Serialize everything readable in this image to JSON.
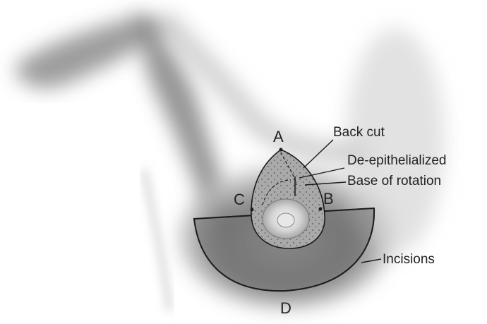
{
  "points": {
    "a": "A",
    "b": "B",
    "c": "C",
    "d": "D"
  },
  "annotations": {
    "back_cut": "Back cut",
    "de_epithelialized": "De-epithelialized",
    "base_of_rotation": "Base of rotation",
    "incisions": "Incisions"
  },
  "colors": {
    "line": "#1c1c1c",
    "skin_shadow": "#6e6e6e",
    "stipple_region": "#a9a9a9"
  }
}
